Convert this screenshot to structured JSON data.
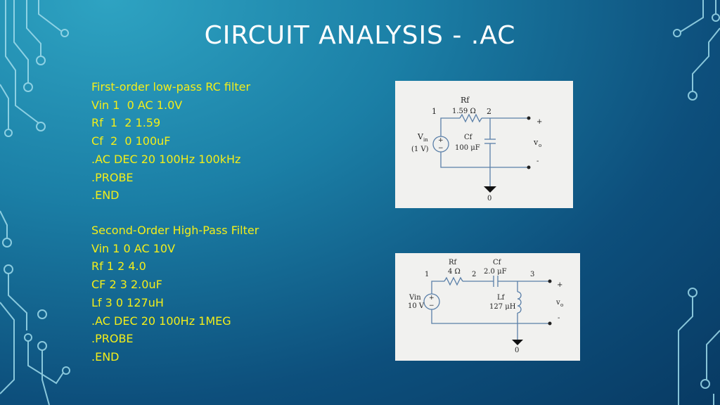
{
  "title": "CIRCUIT ANALYSIS - .AC",
  "block1": [
    "First-order low-pass RC filter",
    "Vin 1  0 AC 1.0V",
    "Rf  1  2 1.59",
    "Cf  2  0 100uF",
    ".AC DEC 20 100Hz 100kHz",
    ".PROBE",
    ".END"
  ],
  "block2": [
    "Second-Order High-Pass Filter",
    "Vin 1 0 AC 10V",
    "Rf 1 2 4.0",
    "CF 2 3 2.0uF",
    "Lf 3 0 127uH",
    ".AC DEC 20 100Hz 1MEG",
    ".PROBE",
    ".END"
  ],
  "circuit1": {
    "rf_label": "Rf",
    "rf_value": "1.59 Ω",
    "node1": "1",
    "node2": "2",
    "cf_label": "Cf",
    "cf_value": "100 μF",
    "vin_label": "V",
    "vin_sub": "in",
    "vin_value": "(1 V)",
    "plus": "+",
    "minus": "-",
    "src_plus": "+",
    "src_minus": "−",
    "vo": "v",
    "vo_sub": "o",
    "ground": "0"
  },
  "circuit2": {
    "rf_label": "Rf",
    "rf_value": "4 Ω",
    "cf_label": "Cf",
    "cf_value": "2.0 μF",
    "node1": "1",
    "node2": "2",
    "node3": "3",
    "vin_label": "Vin",
    "vin_value": "10 V",
    "lf_label": "Lf",
    "lf_value": "127 μH",
    "plus": "+",
    "minus": "-",
    "src_plus": "+",
    "src_minus": "−",
    "vo": "v",
    "vo_sub": "o",
    "ground": "0"
  },
  "colors": {
    "code_text": "#f3ee1a",
    "title_text": "#ffffff",
    "circuit_line": "#5a7fa8"
  }
}
